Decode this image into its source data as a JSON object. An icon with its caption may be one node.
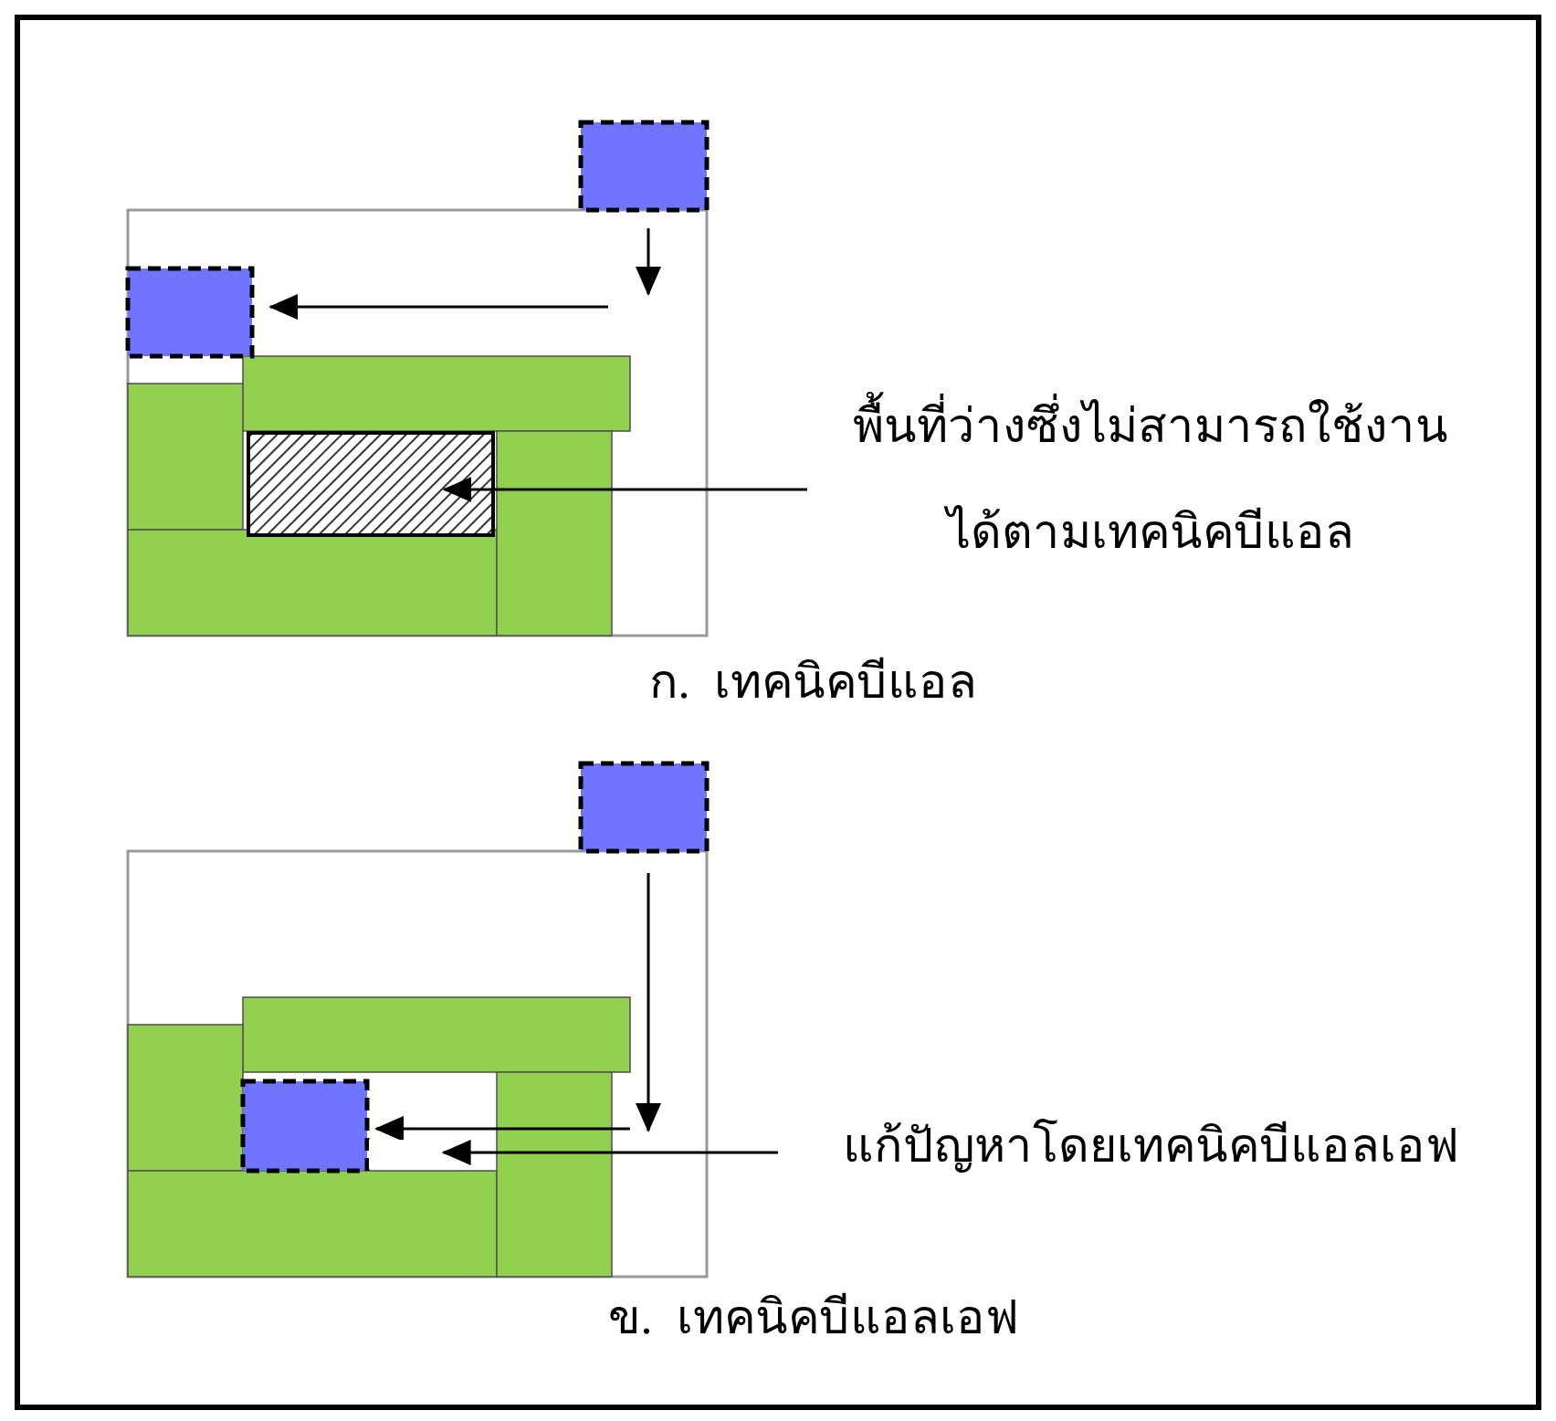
{
  "diagram": {
    "nodes": [
      {
        "text": [
          "พื้นที่ว่างซึ่งไม่สามารถใช้งานได้ตามเทคนิคบีแอล"
        ]
      },
      {
        "text": [],
        "shape": "box"
      },
      {
        "text": [
          "แก้ปัญหาโดยเทคนิคบีแอลเอฟ"
        ]
      },
      {
        "text": [],
        "shape": "box"
      }
    ],
    "edges": [
      {
        "from": 0,
        "to": 1,
        "arrow": "to"
      },
      {
        "from": 2,
        "to": 3,
        "arrow": "to"
      }
    ],
    "labels": [
      "ก.  เทคนิคบีแอล",
      "ข.  เทคนิคบีแอลเอฟ"
    ]
  }
}
